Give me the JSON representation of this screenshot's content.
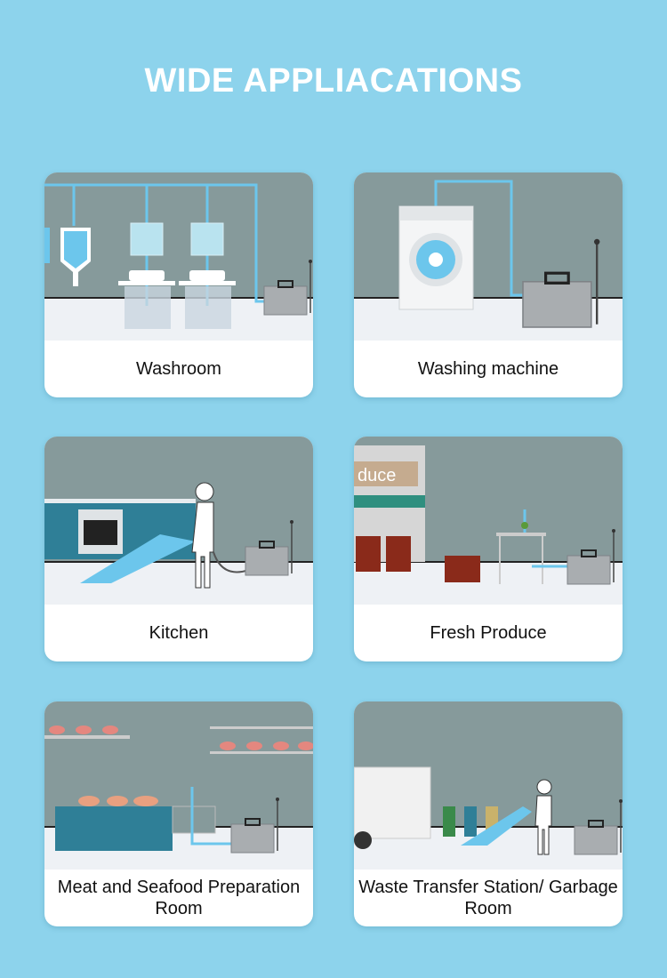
{
  "title": "WIDE APPLIACATIONS",
  "colors": {
    "background": "#8dd3ec",
    "wall": "#869a9b",
    "floor": "#eef1f5",
    "pipe": "#6cc6ec"
  },
  "cards": [
    {
      "label": "Washroom",
      "icon": "washroom-illustration"
    },
    {
      "label": "Washing machine",
      "icon": "washing-machine-illustration"
    },
    {
      "label": "Kitchen",
      "icon": "kitchen-illustration"
    },
    {
      "label": "Fresh Produce",
      "icon": "fresh-produce-illustration",
      "sign": "duce"
    },
    {
      "label": "Meat and Seafood Preparation Room",
      "icon": "meat-seafood-illustration"
    },
    {
      "label": "Waste Transfer Station/ Garbage Room",
      "icon": "garbage-room-illustration"
    }
  ]
}
